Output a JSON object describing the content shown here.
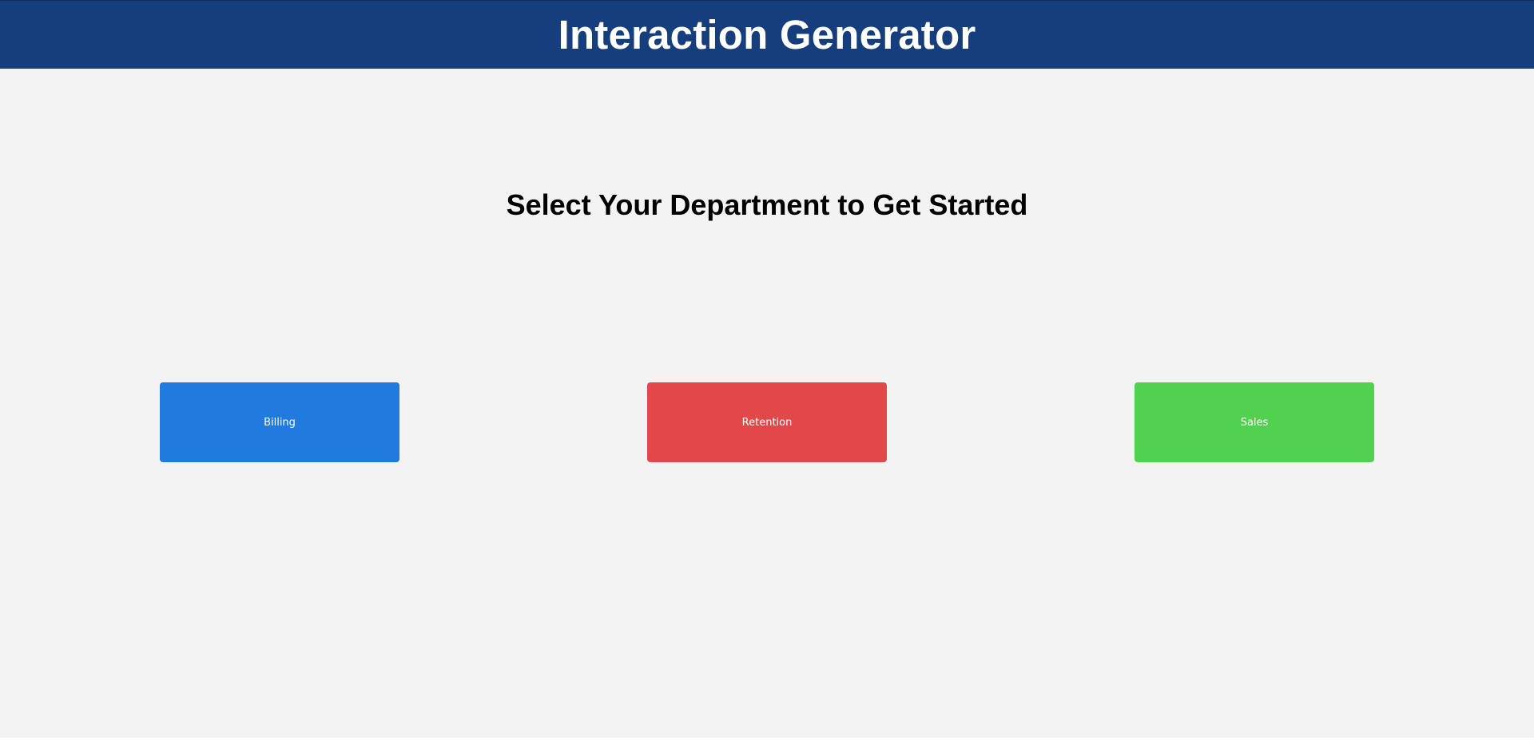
{
  "header": {
    "title": "Interaction Generator"
  },
  "main": {
    "heading": "Select Your Department to Get Started",
    "departments": [
      {
        "label": "Billing",
        "color": "#217ade"
      },
      {
        "label": "Retention",
        "color": "#e2484a"
      },
      {
        "label": "Sales",
        "color": "#52d150"
      }
    ]
  },
  "colors": {
    "header_bg": "#173e7c",
    "page_bg": "#f3f3f3"
  }
}
